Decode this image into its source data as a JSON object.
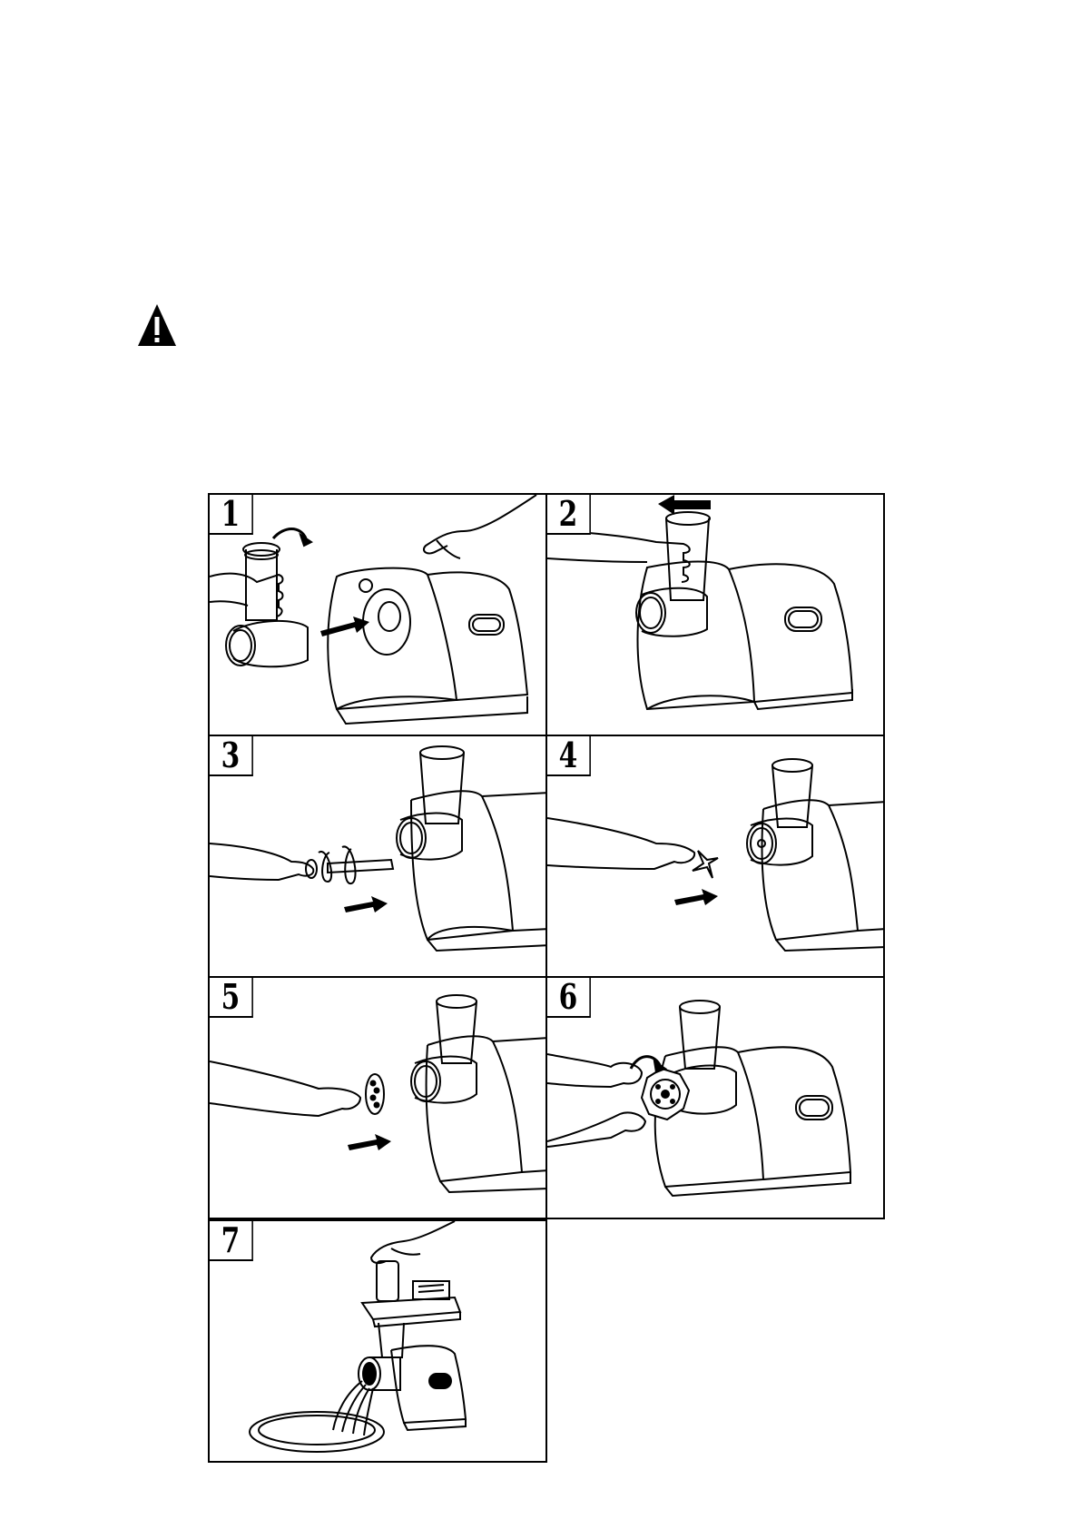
{
  "steps": [
    {
      "number": "1",
      "icon": "attach-head-icon"
    },
    {
      "number": "2",
      "icon": "lock-head-icon"
    },
    {
      "number": "3",
      "icon": "insert-auger-icon"
    },
    {
      "number": "4",
      "icon": "insert-blade-icon"
    },
    {
      "number": "5",
      "icon": "insert-plate-icon"
    },
    {
      "number": "6",
      "icon": "screw-ring-icon"
    },
    {
      "number": "7",
      "icon": "mince-operation-icon"
    }
  ],
  "warning_icon": "warning-triangle-icon"
}
